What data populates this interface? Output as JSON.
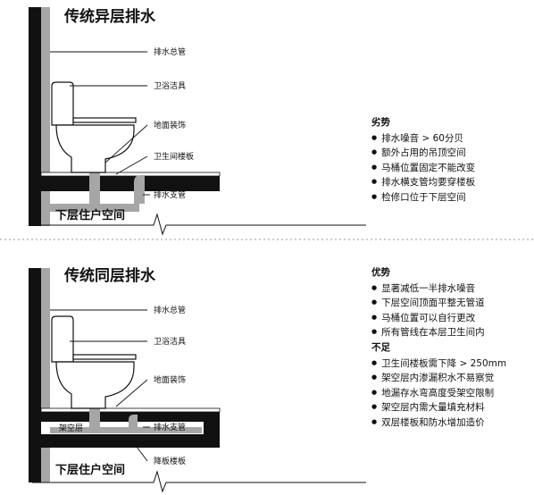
{
  "top": {
    "title": "传统异层排水",
    "labels": {
      "main_pipe": "排水总管",
      "toilet": "卫浴洁具",
      "floor_finish": "地面装饰",
      "bathroom_slab": "卫生间楼板",
      "branch_pipe": "排水支管"
    },
    "space_below": "下层住户空间",
    "notes": {
      "heading": "劣势",
      "items": [
        "排水噪音 > 60分贝",
        "额外占用的吊顶空间",
        "马桶位置固定不能改变",
        "排水横支管均要穿楼板",
        "检修口位于下层空间"
      ]
    }
  },
  "bottom": {
    "title": "传统同层排水",
    "labels": {
      "main_pipe": "排水总管",
      "toilet": "卫浴洁具",
      "floor_finish": "地面装饰",
      "branch_pipe": "排水支管",
      "overhead_layer": "架空层",
      "lowered_slab": "降板楼板"
    },
    "space_below": "下层住户空间",
    "advantages": {
      "heading": "优势",
      "items": [
        "显著减低一半排水噪音",
        "下层空间顶面平整无管道",
        "马桶位置可以自行更改",
        "所有管线在本层卫生间内"
      ]
    },
    "disadvantages": {
      "heading": "不足",
      "items": [
        "卫生间楼板需下降 > 250mm",
        "架空层内渗漏积水不易察觉",
        "地漏存水弯高度受架空限制",
        "架空层内需大量填充材料",
        "双层楼板和防水增加造价"
      ]
    }
  }
}
